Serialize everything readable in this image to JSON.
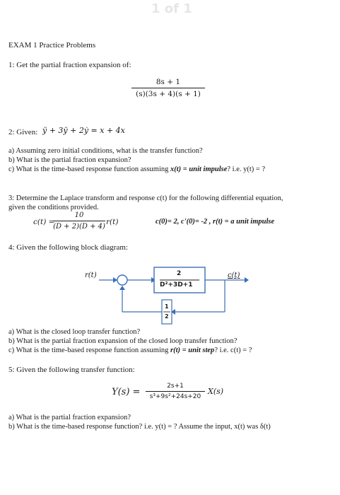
{
  "watermark": "1 of 1",
  "doc": {
    "title": "EXAM 1 Practice Problems",
    "q1": {
      "label": "1: Get the partial fraction expansion of:",
      "num": "8s + 1",
      "den": "(s)(3s + 4)(s + 1)"
    },
    "q2": {
      "label": "2: Given:",
      "equation": "ÿ + 3ÿ + 2ẏ = x + 4x",
      "a": "a) Assuming zero initial conditions, what is the transfer function?",
      "b": "b) What is the partial fraction expansion?",
      "c_pre": "c) What is the time-based response function assuming ",
      "c_bold": "x(t) = unit impulse",
      "c_post": "? i.e. y(t) = ?"
    },
    "q3": {
      "label1": "3: Determine the Laplace transform and response c(t) for the following differential equation,",
      "label2": "given the conditions provided.",
      "lhs": "c(t) =",
      "num": "10",
      "den": "(D + 2)(D + 4)",
      "rhs": "r(t)",
      "conditions": "c(0)= 2,  c'(0)= -2 ,  r(t) = a unit impulse"
    },
    "q4": {
      "label": "4: Given the following block diagram:",
      "input": "r(t)",
      "output": "c(t)",
      "forward_num": "2",
      "forward_den": "D²+3D+1",
      "feedback_num": "1",
      "feedback_den": "2",
      "a": "a) What is the closed loop transfer function?",
      "b": "b) What is the partial fraction expansion of the closed loop transfer function?",
      "c_pre": "c) What is the time-based response function assuming ",
      "c_bold": "r(t) = unit step",
      "c_post": "? i.e. c(t) = ?"
    },
    "q5": {
      "label": "5: Given the following transfer function:",
      "lhs": "Y(s) =",
      "num": "2s+1",
      "den": "s³+9s²+24s+20",
      "rhs": "X(s)",
      "a": "a) What is the partial fraction expansion?",
      "b": "b) What is the time-based response function? i.e. y(t) = ? Assume the input, x(t) was δ(t)"
    }
  }
}
